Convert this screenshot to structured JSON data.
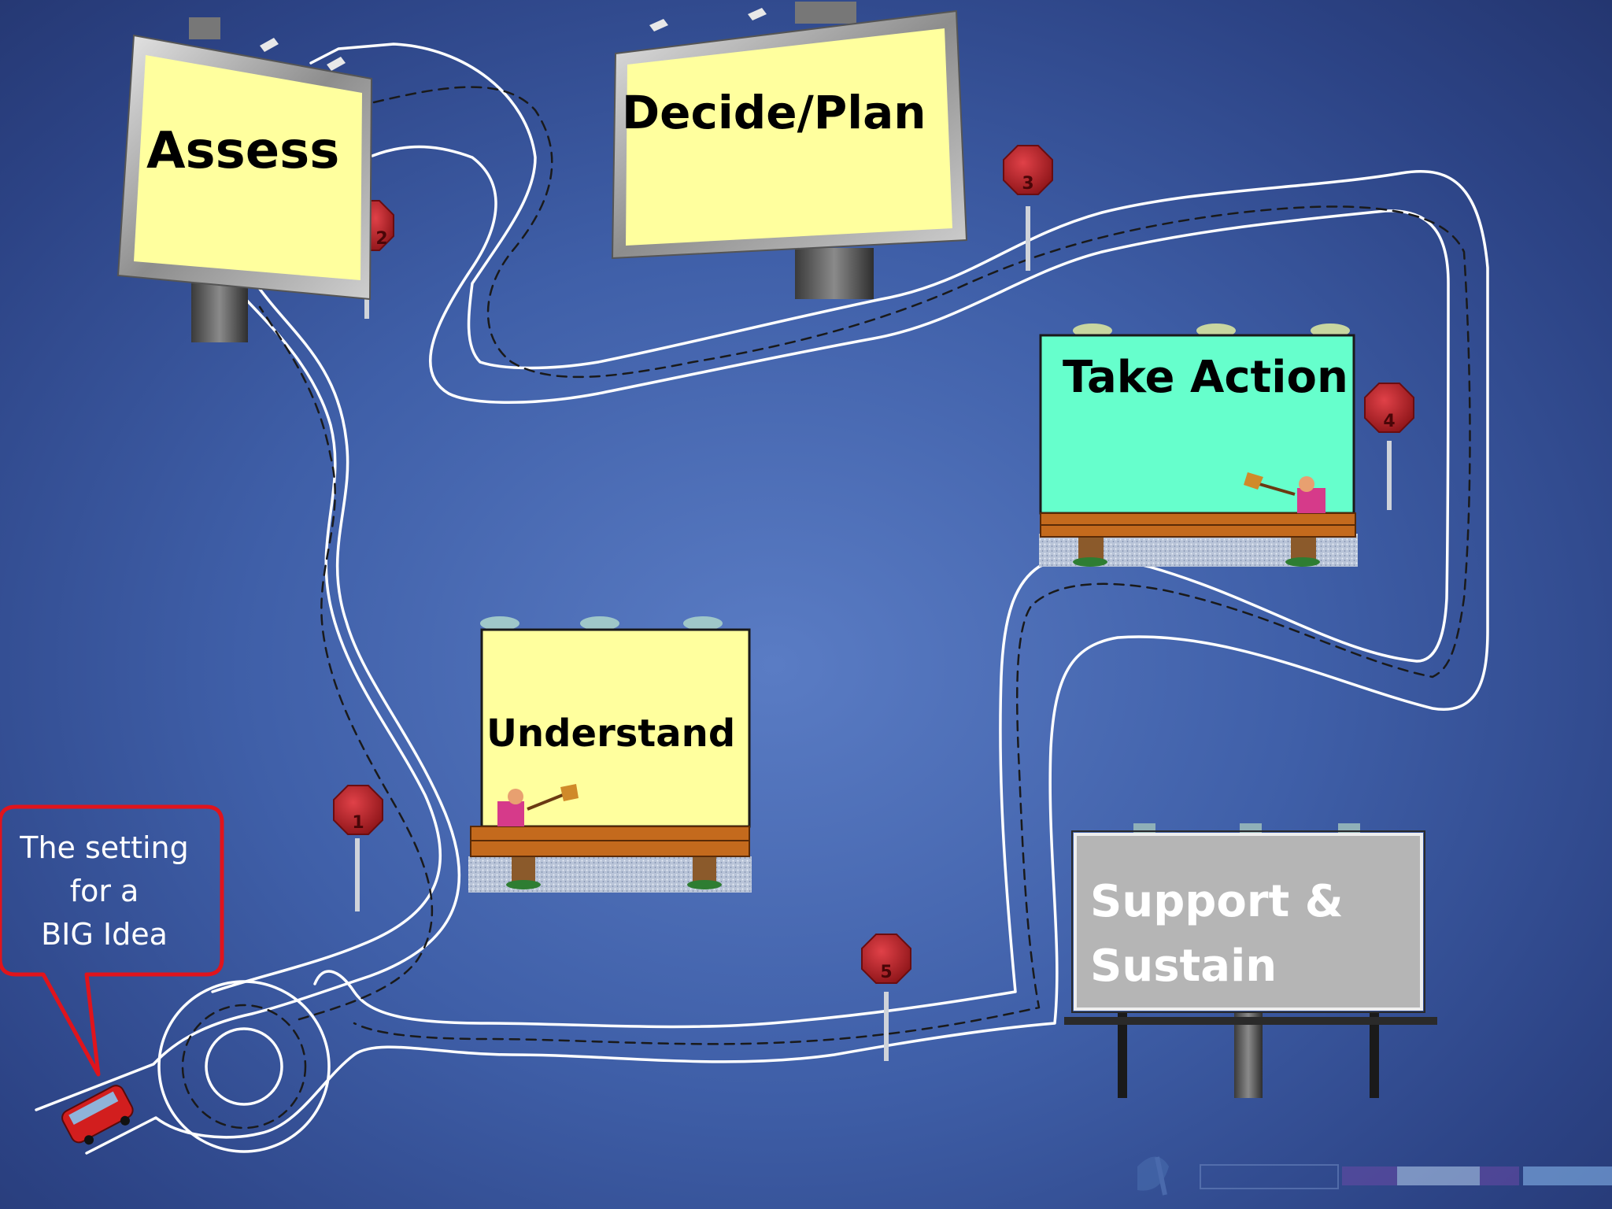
{
  "billboards": {
    "assess": "Assess",
    "decide_plan": "Decide/Plan",
    "take_action": "Take Action",
    "understand": "Understand",
    "support_sustain_line1": "Support &",
    "support_sustain_line2": "Sustain"
  },
  "callout": {
    "line1": "The setting",
    "line2": "for a",
    "line3": "BIG Idea"
  },
  "stop_signs": [
    "1",
    "2",
    "3",
    "4",
    "5"
  ],
  "colors": {
    "background": "#3f5fa8",
    "billboard_yellow": "#ffff9e",
    "billboard_teal": "#66ffcc",
    "billboard_gray": "#b5b5b5",
    "stop_sign_red": "#c0282d",
    "callout_border": "#e0141c",
    "road_line": "#ffffff"
  },
  "icons": [
    "billboard-icon",
    "stop-sign-icon",
    "red-bus-icon",
    "painter-icon",
    "logo-icon"
  ]
}
